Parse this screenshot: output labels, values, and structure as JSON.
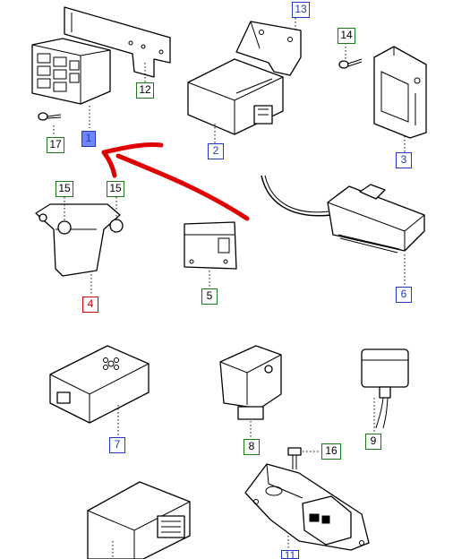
{
  "callouts": {
    "c1": {
      "label": "1"
    },
    "c2": {
      "label": "2"
    },
    "c3": {
      "label": "3"
    },
    "c4": {
      "label": "4"
    },
    "c5": {
      "label": "5"
    },
    "c6": {
      "label": "6"
    },
    "c7": {
      "label": "7"
    },
    "c8": {
      "label": "8"
    },
    "c9": {
      "label": "9"
    },
    "c11": {
      "label": "11"
    },
    "c12": {
      "label": "12"
    },
    "c13": {
      "label": "13"
    },
    "c14": {
      "label": "14"
    },
    "c15a": {
      "label": "15"
    },
    "c15b": {
      "label": "15"
    },
    "c16": {
      "label": "16"
    },
    "c17": {
      "label": "17"
    }
  },
  "colors": {
    "callout_blue": "#1f36c8",
    "callout_green": "#177a17",
    "callout_red": "#d40000",
    "highlight_fill": "#6f86ff",
    "arrow_red": "#e00000"
  }
}
